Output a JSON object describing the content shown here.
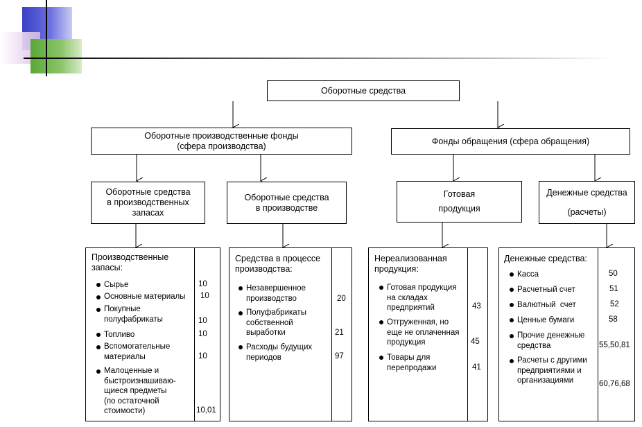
{
  "root": "Оборотные средства",
  "level1": {
    "left": [
      "Оборотные производственные фонды",
      "(сфера производства)"
    ],
    "right": "Фонды обращения (сфера обращения)"
  },
  "level2": {
    "a": [
      "Оборотные средства",
      "в производственных",
      "запасах"
    ],
    "b": [
      "Оборотные средства",
      "в производстве"
    ],
    "c": [
      "Готовая",
      "продукция"
    ],
    "d": [
      "Денежные средства",
      "(расчеты)"
    ]
  },
  "leaves": {
    "a": {
      "heading": [
        "Производственные",
        "запасы:"
      ],
      "items": [
        {
          "lines": [
            "Сырье"
          ],
          "value": "10"
        },
        {
          "lines": [
            "Основные материалы"
          ],
          "value": "10"
        },
        {
          "lines": [
            "Покупные",
            "полуфабрикаты"
          ],
          "value": "10"
        },
        {
          "lines": [
            "Топливо"
          ],
          "value": "10"
        },
        {
          "lines": [
            "Вспомогательные",
            "материалы"
          ],
          "value": "10"
        },
        {
          "lines": [
            "Малоценные и",
            "быстроизнашиваю-",
            "щиеся предметы",
            "(по остаточной",
            "стоимости)"
          ],
          "value": "10,01"
        }
      ]
    },
    "b": {
      "heading": [
        "Средства в процессе",
        "производства:"
      ],
      "items": [
        {
          "lines": [
            "Незавершенное",
            "производство"
          ],
          "value": "20"
        },
        {
          "lines": [
            "Полуфабрикаты",
            "собственной",
            "выработки"
          ],
          "value": "21"
        },
        {
          "lines": [
            "Расходы будущих",
            "периодов"
          ],
          "value": "97"
        }
      ]
    },
    "c": {
      "heading": [
        "Нереализованная",
        "продукция:"
      ],
      "items": [
        {
          "lines": [
            "Готовая продукция",
            "на складах",
            "предприятий"
          ],
          "value": "43"
        },
        {
          "lines": [
            "Отгруженная, но",
            "еще не оплаченная",
            "продукция"
          ],
          "value": "45"
        },
        {
          "lines": [
            "Товары для",
            "перепродажи"
          ],
          "value": "41"
        }
      ]
    },
    "d": {
      "heading": [
        "Денежные средства:"
      ],
      "items": [
        {
          "lines": [
            "Касса"
          ],
          "value": "50"
        },
        {
          "lines": [
            "Расчетный счет"
          ],
          "value": "51"
        },
        {
          "lines": [
            "Валютный  счет"
          ],
          "value": "52"
        },
        {
          "lines": [
            "Ценные бумаги"
          ],
          "value": "58"
        },
        {
          "lines": [
            "Прочие денежные",
            "средства"
          ],
          "value": "55,50,81"
        },
        {
          "lines": [
            "Расчеты с другими",
            "предприятиями и",
            "организациями"
          ],
          "value": "60,76,68"
        }
      ]
    }
  }
}
